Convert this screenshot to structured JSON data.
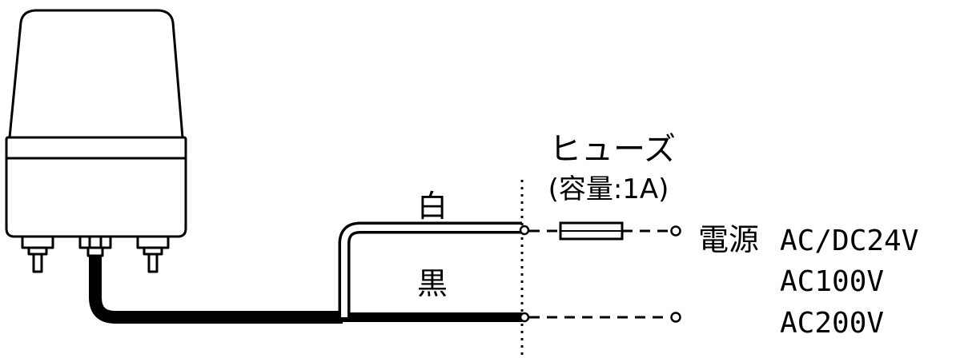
{
  "fuse": {
    "title": "ヒューズ",
    "capacity": "(容量:1A)"
  },
  "wires": {
    "white": "白",
    "black": "黒"
  },
  "power": {
    "label": "電源",
    "voltages": [
      "AC/DC24V",
      "AC100V",
      "AC200V"
    ]
  },
  "colors": {
    "line": "#000000",
    "background": "#ffffff"
  }
}
